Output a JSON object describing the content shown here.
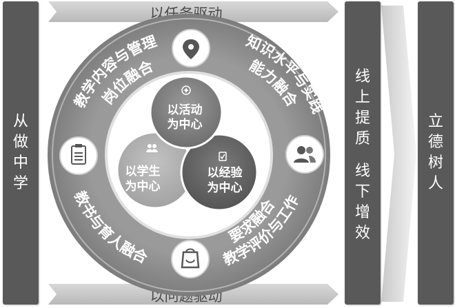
{
  "left_bar": {
    "text": [
      "从",
      "做",
      "中",
      "学"
    ]
  },
  "top_band": {
    "label": "以任务驱动"
  },
  "bottom_band": {
    "label": "以问题驱动"
  },
  "right_bar": {
    "col1": [
      "线",
      "上",
      "提",
      "质"
    ],
    "col2": [
      "线",
      "下",
      "增",
      "效"
    ]
  },
  "far_right_bar": {
    "text": [
      "立",
      "德",
      "树",
      "人"
    ]
  },
  "ring_labels": {
    "top_left": {
      "line1": "教学内容与管理",
      "line2": "岗位融合"
    },
    "top_right": {
      "line1": "知识水平与实践",
      "line2": "能力融合"
    },
    "bottom_left": {
      "line1": "教书与育人融合"
    },
    "bottom_right": {
      "line1": "教学评价与工作",
      "line2": "要求融合"
    }
  },
  "center_circles": {
    "activity": {
      "line1": "以活动",
      "line2": "为中心"
    },
    "student": {
      "line1": "以学生",
      "line2": "为中心"
    },
    "experience": {
      "line1": "以经验",
      "line2": "为中心"
    }
  },
  "icons": [
    "location-pin-icon",
    "users-icon",
    "clipboard-icon",
    "shopping-bag-icon"
  ]
}
